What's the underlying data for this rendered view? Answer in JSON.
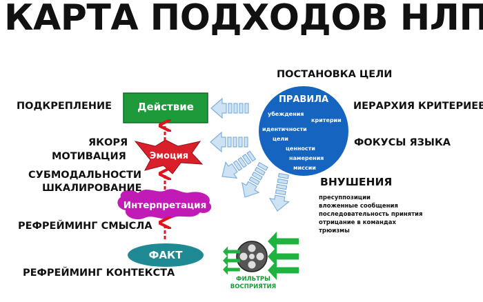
{
  "title": "КАРТА ПОДХОДОВ НЛП",
  "nodes": {
    "action": "Действие",
    "emotion": "Эмоция",
    "interpretation": "Интерпретация",
    "fact": "ФАКТ",
    "rules": "ПРАВИЛА"
  },
  "rules_items": [
    "убеждения",
    "критерии",
    "идентичности",
    "цели",
    "ценности",
    "намерения",
    "миссии"
  ],
  "left_labels": {
    "reinforcement": "ПОДКРЕПЛЕНИЕ",
    "anchors": "ЯКОРЯ",
    "motivation": "МОТИВАЦИЯ",
    "submodalities": "СУБМОДАЛЬНОСТИ",
    "scaling": "ШКАЛИРОВАНИЕ",
    "meaning_reframing": "РЕФРЕЙМИНГ СМЫСЛА",
    "context_reframing": "РЕФРЕЙМИНГ КОНТЕКСТА"
  },
  "right_labels": {
    "goal_setting": "ПОСТАНОВКА ЦЕЛИ",
    "criteria_hierarchy": "ИЕРАРХИЯ КРИТЕРИЕВ",
    "language_focus": "ФОКУСЫ ЯЗЫКА",
    "suggestions": "ВНУШЕНИЯ"
  },
  "suggestions_list": [
    "пресуппозиции",
    "вложенные сообщения",
    "последовательность принятия",
    "отрицание в командах",
    "трюизмы"
  ],
  "filters_label": [
    "ФИЛЬТРЫ",
    "ВОСПРИЯТИЯ"
  ],
  "colors": {
    "action": "#1f9a3b",
    "emotion": "#d9202a",
    "interpretation": "#c21bb5",
    "fact": "#1f8a93",
    "rules": "#1565c0",
    "arrow_light": "#cde3f4",
    "arrow_stroke": "#7fb0dc",
    "red_arrow": "#e0141e",
    "green_arrow": "#20b23f"
  }
}
